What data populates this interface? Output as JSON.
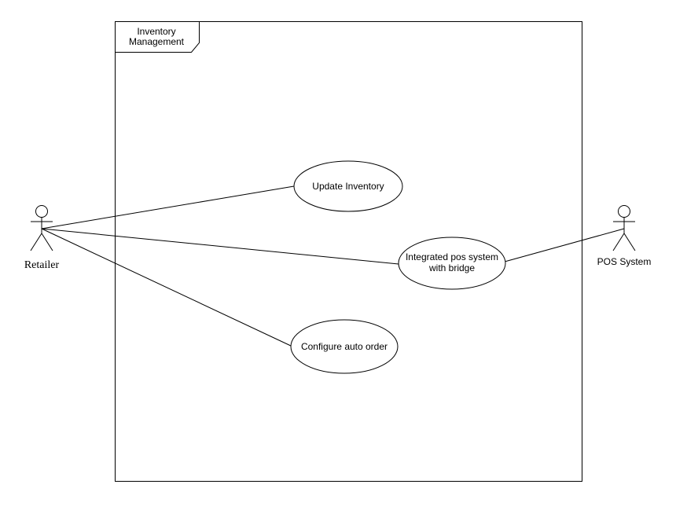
{
  "system": {
    "label_line1": "Inventory",
    "label_line2": "Management"
  },
  "actors": {
    "retailer": "Retailer",
    "pos_system": "POS System"
  },
  "use_cases": {
    "update_inventory": "Update Inventory",
    "integrated_pos_line1": "Integrated pos system",
    "integrated_pos_line2": "with bridge",
    "configure_auto_order": "Configure auto order"
  },
  "colors": {
    "line": "#000000",
    "background": "#ffffff"
  }
}
